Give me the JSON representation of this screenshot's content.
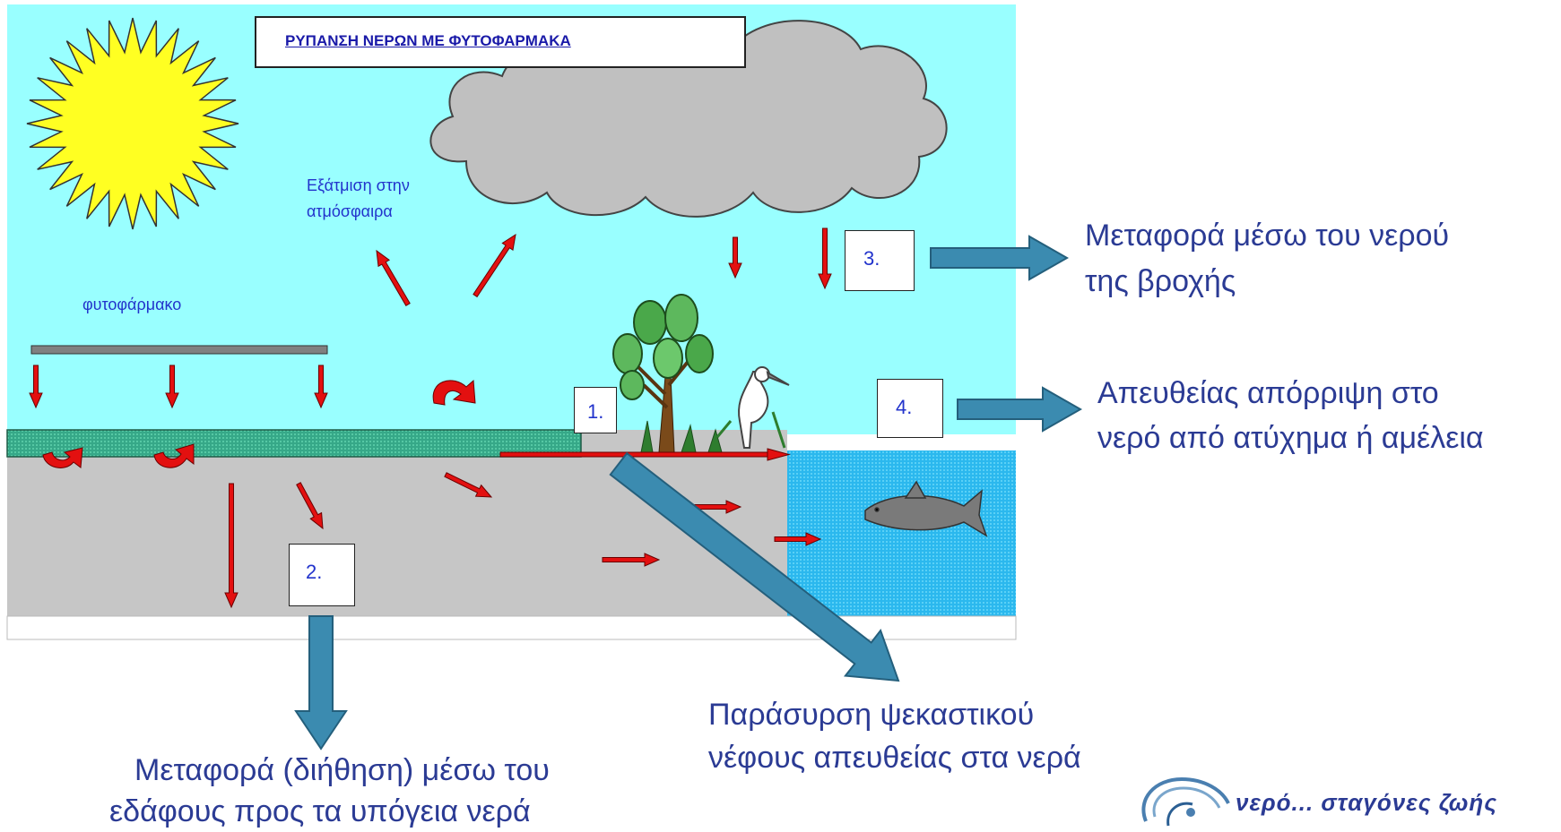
{
  "title": "ΡΥΠΑΝΣΗ ΝΕΡΩΝ ΜΕ ΦΥΤΟΦΑΡΜΑΚΑ",
  "inner_labels": {
    "evaporation_line1": "Εξάτμιση στην",
    "evaporation_line2": "ατμόσφαιρα",
    "pesticide": "φυτοφάρμακο"
  },
  "numbers": {
    "n1": "1.",
    "n2": "2.",
    "n3": "3.",
    "n4": "4."
  },
  "callouts": {
    "rain_line1": "Μεταφορά μέσω του νερού",
    "rain_line2": "της βροχής",
    "direct_line1": "Απευθείας απόρριψη στο",
    "direct_line2": "νερό από ατύχημα ή αμέλεια",
    "drift_line1": "Παράσυρση ψεκαστικού",
    "drift_line2": "νέφους απευθείας στα νερά",
    "soil_line1": "Μεταφορά (διήθηση) μέσω του",
    "soil_line2": "εδάφους προς τα υπόγεια νερά"
  },
  "logo_text": "νερό... σταγόνες ζωής",
  "colors": {
    "sky": "#99ffff",
    "soil": "#c8c8c8",
    "grass": "#3cae8c",
    "water": "#1fb0e8",
    "sun": "#ffff22",
    "cloud": "#c0c0c0",
    "red_arrow": "#e31010",
    "blue_arrow": "#3b8bb0",
    "text_blue": "#2b3b94"
  }
}
